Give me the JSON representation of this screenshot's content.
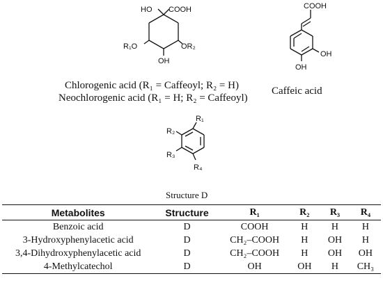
{
  "figure": {
    "chlorogenic_labels": {
      "ho": "HO",
      "cooh": "COOH",
      "r1o": "R₁O",
      "or2": "OR₂",
      "oh": "OH"
    },
    "caffeic_labels": {
      "cooh": "COOH",
      "oh_meta": "OH",
      "oh_para": "OH"
    },
    "structure_d_labels": {
      "r1": "R₁",
      "r2": "R₂",
      "r3": "R₃",
      "r4": "R₄"
    },
    "caption_chlorogenic": "Chlorogenic acid (R₁ = Caffeoyl; R₂ = H)",
    "caption_neochlorogenic": "Neochlorogenic acid (R₁ = H; R₂ = Caffeoyl)",
    "caption_caffeic": "Caffeic acid",
    "caption_structure_d": "Structure D"
  },
  "table": {
    "headers": [
      "Metabolites",
      "Structure",
      "R₁",
      "R₂",
      "R₃",
      "R₄"
    ],
    "rows": [
      [
        "Benzoic acid",
        "D",
        "COOH",
        "H",
        "H",
        "H"
      ],
      [
        "3-Hydroxyphenylacetic acid",
        "D",
        "CH₂–COOH",
        "H",
        "OH",
        "H"
      ],
      [
        "3,4-Dihydroxyphenylacetic acid",
        "D",
        "CH₂–COOH",
        "H",
        "OH",
        "OH"
      ],
      [
        "4-Methylcatechol",
        "D",
        "OH",
        "OH",
        "H",
        "CH₃"
      ]
    ]
  }
}
